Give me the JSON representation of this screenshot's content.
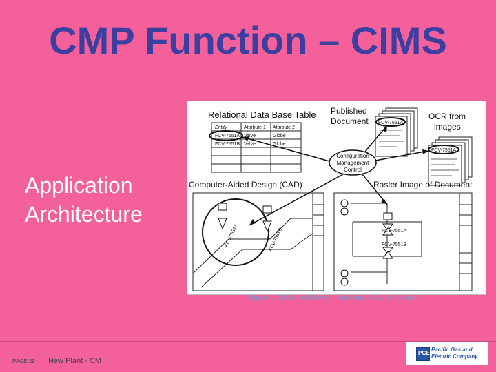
{
  "slide": {
    "title": "CMP Function – CIMS",
    "side_label_line1": "Application",
    "side_label_line2": "Architecture",
    "caption": "Figure 1: CM Links Between Information Source Contents"
  },
  "figure": {
    "rdb_title": "Relational Data Base Table",
    "published_line1": "Published",
    "published_line2": "Document",
    "ocr_line1": "OCR from",
    "ocr_line2": "images",
    "table_headers": [
      "Entity",
      "Attribute 1",
      "Attribute 2"
    ],
    "table_rows": [
      [
        "FCV-7551A",
        "Valve",
        "Globe"
      ],
      [
        "FCV-7551B",
        "Valve",
        "Globe"
      ]
    ],
    "doc_tag": "FCV-7551A",
    "ocr_tag": "FCV-7551A",
    "cm_line1": "Configuration",
    "cm_line2": "Management",
    "cm_line3": "Control",
    "cad_label": "Computer-Aided Design (CAD)",
    "raster_label": "Raster Image of Document",
    "cad_tag_a": "FCV-7551A",
    "cad_tag_b": "FCV-7551B",
    "raster_tag_a": "FCV-7551A",
    "raster_tag_b": "FCV-7551B"
  },
  "footer": {
    "page": "PAGE 29",
    "title": "New Plant - CM",
    "logo_line1": "Pacific Gas and",
    "logo_line2": "Electric Company",
    "logo_mark": "PGE"
  },
  "colors": {
    "background": "#f3609a",
    "title": "#3b3fa0",
    "caption": "#7e9cd0"
  }
}
